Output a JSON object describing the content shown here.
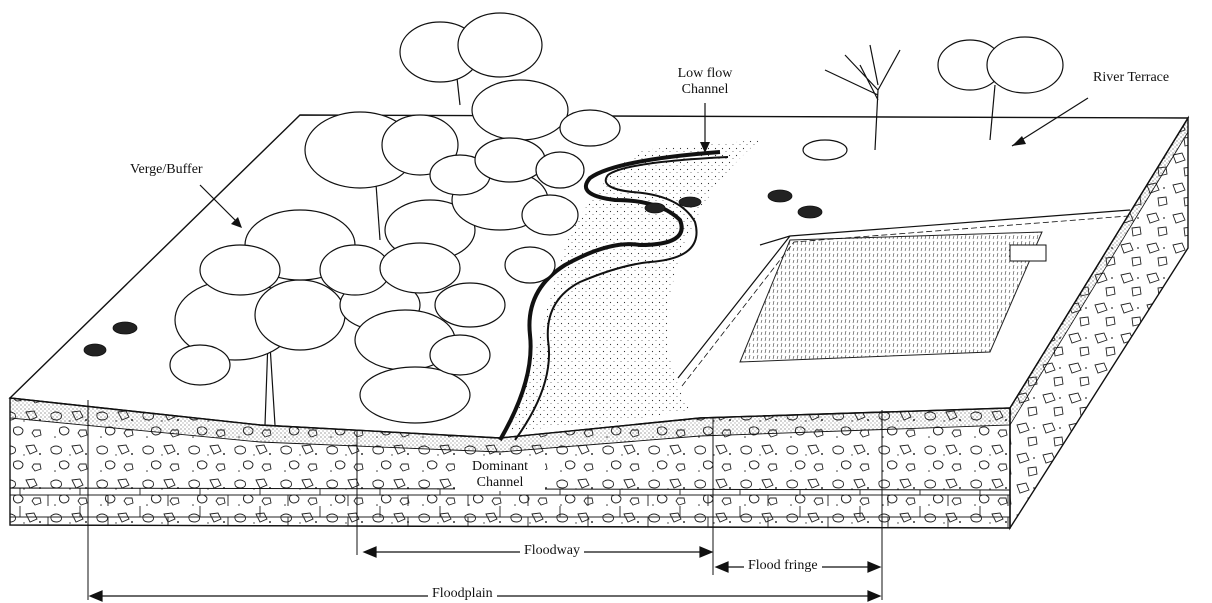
{
  "labels": {
    "low_flow_channel": "Low flow\nChannel",
    "river_terrace": "River Terrace",
    "verge_buffer": "Verge/Buffer",
    "dominant_channel": "Dominant\nChannel"
  },
  "measurements": {
    "floodway": "Floodway",
    "flood_fringe": "Flood fringe",
    "floodplain": "Floodplain"
  }
}
